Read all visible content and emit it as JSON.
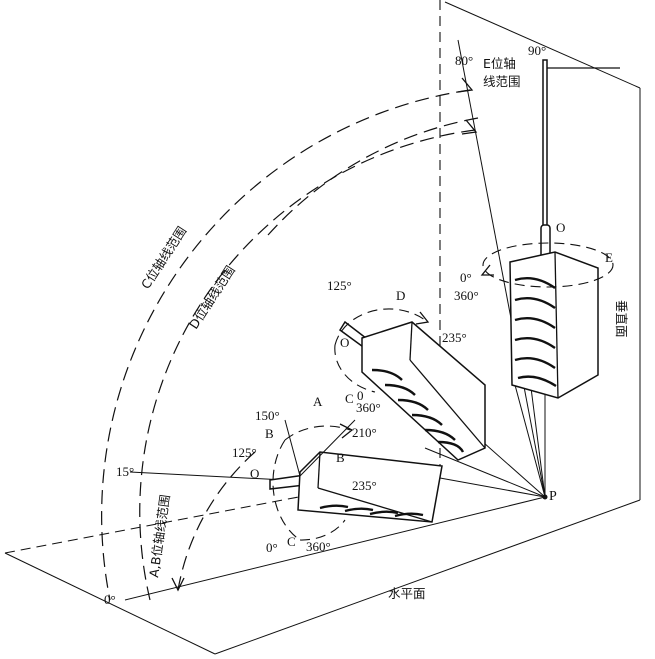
{
  "labels": {
    "deg_90": "90°",
    "deg_80": "80°",
    "e_axis_range_1": "E位轴",
    "e_axis_range_2": "线范围",
    "c_axis_range": "C位轴线范围",
    "d_axis_range": "D位轴线范围",
    "ab_axis_range": "A,B位轴线范围",
    "vertical_plane": "垂直面",
    "horizontal_plane": "水平面",
    "deg_0": "0°",
    "deg_15": "15°",
    "point_p": "P",
    "e_O": "O",
    "e_E": "E",
    "e_0": "0°",
    "e_360": "360°",
    "d_125": "125°",
    "d_D": "D",
    "d_O": "O",
    "d_235": "235°",
    "d_0": "0",
    "d_C": "C",
    "d_360": "360°",
    "a_A": "A",
    "a_150": "150°",
    "a_B_top": "B",
    "a_210": "210°",
    "a_B_right": "B",
    "a_125": "125°",
    "a_O": "O",
    "a_235": "235°",
    "a_0": "0°",
    "a_C": "C",
    "a_360": "360°"
  }
}
